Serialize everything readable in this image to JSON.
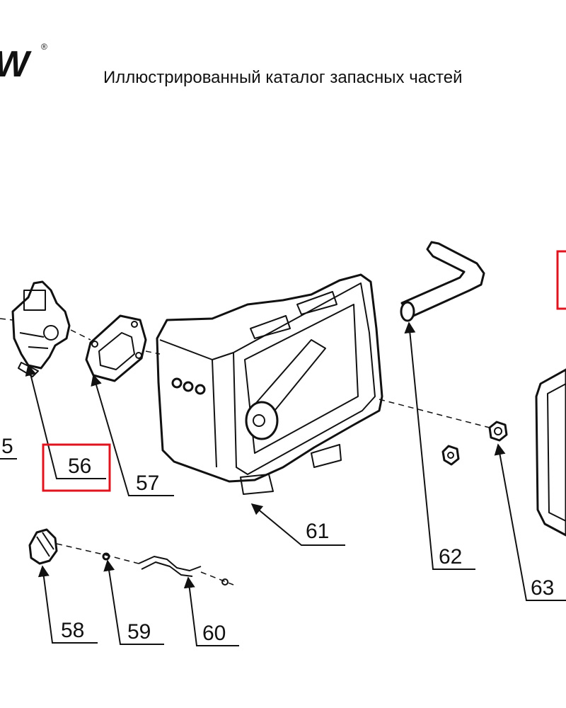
{
  "header": {
    "logo_fragment": "W",
    "registered_mark": "®",
    "title": "Иллюстрированный каталог запасных частей"
  },
  "callouts": {
    "c55": "5",
    "c56": "56",
    "c57": "57",
    "c58": "58",
    "c59": "59",
    "c60": "60",
    "c61": "61",
    "c62": "62",
    "c63": "63"
  },
  "colors": {
    "highlight": "#e0141e",
    "line": "#111111"
  }
}
